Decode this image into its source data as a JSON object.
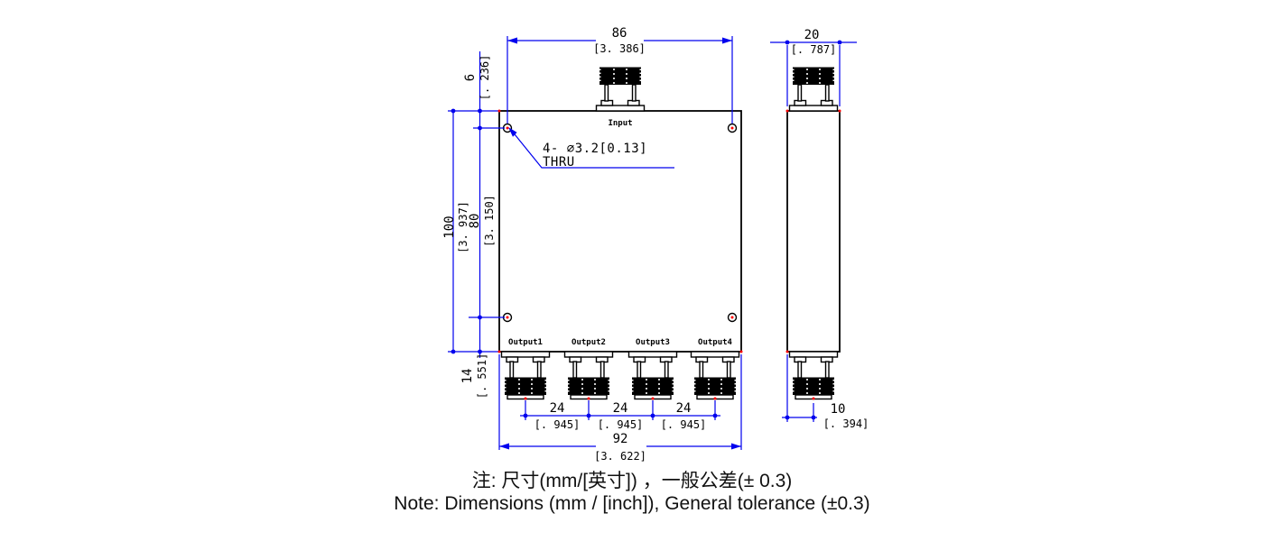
{
  "drawing": {
    "front_view": {
      "input_label": "Input",
      "output_labels": [
        "Output1",
        "Output2",
        "Output3",
        "Output4"
      ],
      "hole_callout": {
        "line1": "4- ⌀3.2[0.13]",
        "line2": "THRU"
      }
    },
    "dims": {
      "hole_span_h": {
        "mm": "86",
        "in": "[3. 386]"
      },
      "side_width": {
        "mm": "20",
        "in": "[. 787]"
      },
      "hole_offset_top": {
        "mm": "6",
        "in": "[. 236]"
      },
      "overall_height": {
        "mm": "100",
        "in": "[3. 937]"
      },
      "hole_span_v": {
        "mm": "80",
        "in": "[3. 150]"
      },
      "hole_offset_bottom": {
        "mm": "14",
        "in": "[. 551]"
      },
      "port_pitches": [
        {
          "mm": "24",
          "in": "[. 945]"
        },
        {
          "mm": "24",
          "in": "[. 945]"
        },
        {
          "mm": "24",
          "in": "[. 945]"
        }
      ],
      "overall_width": {
        "mm": "92",
        "in": "[3. 622]"
      },
      "side_port_offset": {
        "mm": "10",
        "in": "[. 394]"
      }
    },
    "notes": {
      "zh": "注: 尺寸(mm/[英寸]) ，一般公差(± 0.3)",
      "en": "Note: Dimensions (mm / [inch]), General tolerance (±0.3)"
    },
    "colors": {
      "dimension": "#0000ee",
      "outline": "#000000",
      "defpoint": "#ff0000"
    }
  }
}
